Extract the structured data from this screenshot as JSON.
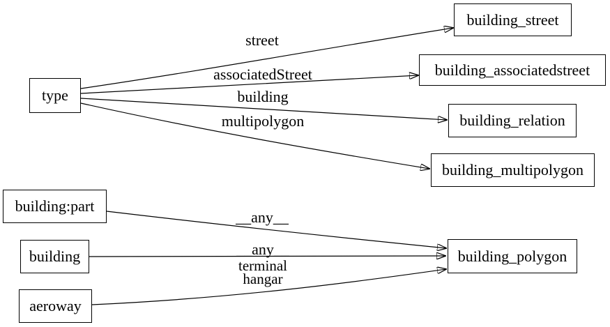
{
  "diagram": {
    "background_color": "#ffffff",
    "node_fill_color": "#ffffff",
    "stroke_color": "#000000",
    "text_color": "#000000",
    "nodes": [
      {
        "id": "type",
        "label": "type"
      },
      {
        "id": "building_street",
        "label": "building_street"
      },
      {
        "id": "building_associatedstreet",
        "label": "building_associatedstreet"
      },
      {
        "id": "building_relation",
        "label": "building_relation"
      },
      {
        "id": "building_multipolygon",
        "label": "building_multipolygon"
      },
      {
        "id": "building_part",
        "label": "building:part"
      },
      {
        "id": "building",
        "label": "building"
      },
      {
        "id": "aeroway",
        "label": "aeroway"
      },
      {
        "id": "building_polygon",
        "label": "building_polygon"
      }
    ],
    "edges": [
      {
        "from": "type",
        "to": "building_street",
        "label": "street"
      },
      {
        "from": "type",
        "to": "building_associatedstreet",
        "label": "associatedStreet"
      },
      {
        "from": "type",
        "to": "building_relation",
        "label": "building"
      },
      {
        "from": "type",
        "to": "building_multipolygon",
        "label": "multipolygon"
      },
      {
        "from": "building:part",
        "to": "building_polygon",
        "label": "__any__"
      },
      {
        "from": "building",
        "to": "building_polygon",
        "label": "__any__"
      },
      {
        "from": "aeroway",
        "to": "building_polygon",
        "labels": [
          "terminal",
          "hangar"
        ]
      }
    ]
  }
}
